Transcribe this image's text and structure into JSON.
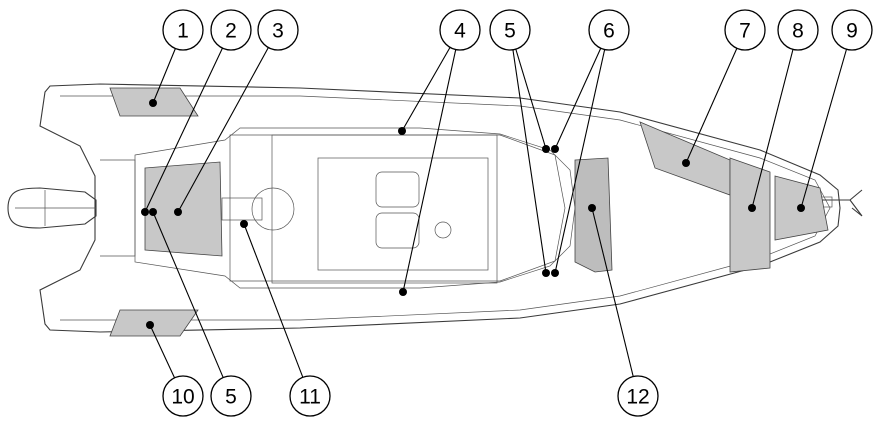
{
  "diagram": {
    "type": "boat top view with numbered callouts",
    "callouts_top": [
      "1",
      "2",
      "3",
      "4",
      "5",
      "6",
      "7",
      "8",
      "9"
    ],
    "callouts_bottom": [
      "10",
      "5",
      "11",
      "12"
    ]
  }
}
